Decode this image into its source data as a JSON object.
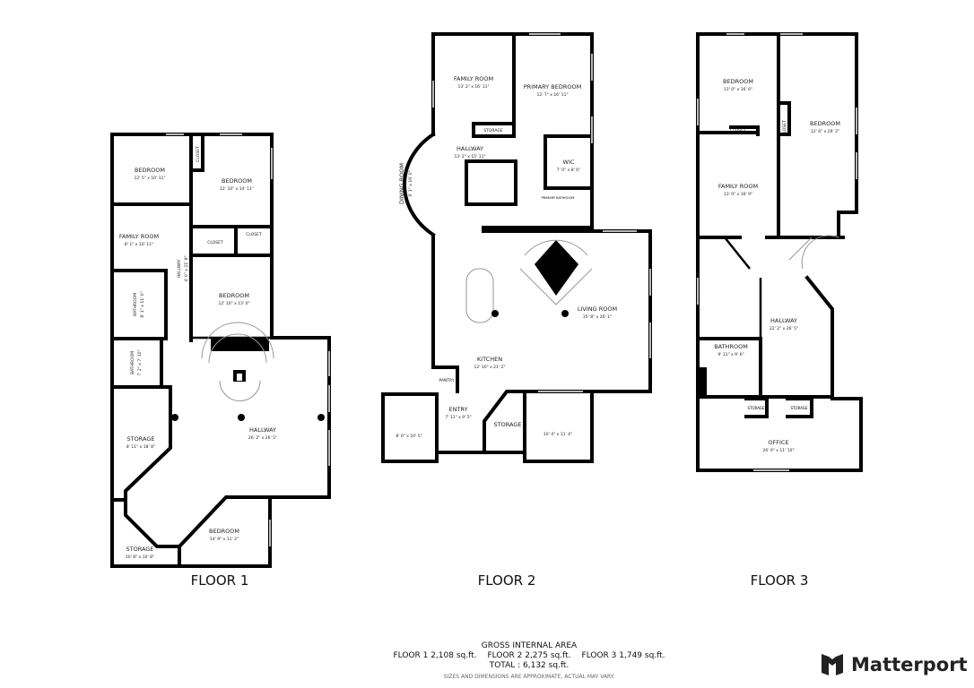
{
  "floors": [
    {
      "label": "FLOOR 1",
      "rooms": [
        {
          "name": "BEDROOM",
          "dims": "12' 5\" x 10' 11\""
        },
        {
          "name": "BEDROOM",
          "dims": "12' 10\" x 14' 11\""
        },
        {
          "name": "CLOSET"
        },
        {
          "name": "CLOSET"
        },
        {
          "name": "CLOSET"
        },
        {
          "name": "FAMILY ROOM",
          "dims": "8' 1\" x 10' 11\""
        },
        {
          "name": "HALLWAY",
          "dims": "4' 0\" x 21' 8\""
        },
        {
          "name": "BEDROOM",
          "dims": "12' 10\" x 13' 0\""
        },
        {
          "name": "BATHROOM",
          "dims": "8' 1\" x 11' 0\""
        },
        {
          "name": "BATHROOM",
          "dims": "7' 2\" x 7' 10\""
        },
        {
          "name": "STORAGE",
          "dims": "8' 11\" x 18' 8\""
        },
        {
          "name": "HALLWAY",
          "dims": "26' 2\" x 26' 5\""
        },
        {
          "name": "BEDROOM",
          "dims": "14' 9\" x 11' 2\""
        },
        {
          "name": "STORAGE",
          "dims": "10' 8\" x 10' 8\""
        }
      ]
    },
    {
      "label": "FLOOR 2",
      "rooms": [
        {
          "name": "FAMILY ROOM",
          "dims": "13' 2\" x 16' 11\""
        },
        {
          "name": "PRIMARY BEDROOM",
          "dims": "12' 7\" x 16' 11\""
        },
        {
          "name": "STORAGE"
        },
        {
          "name": "HALLWAY",
          "dims": "13' 2\" x 15' 11\""
        },
        {
          "name": "WIC",
          "dims": "7' 0\" x 8' 6\""
        },
        {
          "name": "DINING ROOM",
          "dims": "9' 1\" x 16' 0\""
        },
        {
          "name": "PRIMARY BATHROOM"
        },
        {
          "name": "LIVING ROOM",
          "dims": "35' 8\" x 26' 1\""
        },
        {
          "name": "KITCHEN",
          "dims": "12' 10\" x 21' 2\""
        },
        {
          "name": "PANTRY"
        },
        {
          "name": "ENTRY",
          "dims": "7' 11\" x 9' 5\""
        },
        {
          "name": "STORAGE"
        },
        {
          "name": "",
          "dims": "8' 0\" x 10' 5\""
        },
        {
          "name": "",
          "dims": "10' 4\" x 11' 4\""
        }
      ]
    },
    {
      "label": "FLOOR 3",
      "rooms": [
        {
          "name": "BEDROOM",
          "dims": "13' 0\" x 16' 6\""
        },
        {
          "name": "CLOSET"
        },
        {
          "name": "CLOSET"
        },
        {
          "name": "BEDROOM",
          "dims": "12' 6\" x 29' 2\""
        },
        {
          "name": "FAMILY ROOM",
          "dims": "13' 0\" x 16' 9\""
        },
        {
          "name": "HALLWAY",
          "dims": "22' 2\" x 26' 5\""
        },
        {
          "name": "BATHROOM",
          "dims": "9' 11\" x 9' 6\""
        },
        {
          "name": "STORAGE"
        },
        {
          "name": "STORAGE"
        },
        {
          "name": "OFFICE",
          "dims": "26' 9\" x 11' 10\""
        }
      ]
    }
  ],
  "area": {
    "title": "GROSS INTERNAL AREA",
    "floor1": "FLOOR 1 2,108 sq.ft.",
    "floor2": "FLOOR 2 2,275 sq.ft.",
    "floor3": "FLOOR 3 1,749 sq.ft.",
    "total": "TOTAL :  6,132 sq.ft.",
    "disclaimer": "SIZES AND DIMENSIONS ARE APPROXIMATE, ACTUAL MAY VARY."
  },
  "brand": {
    "name": "Matterport",
    "icon": "matterport-logo-icon"
  }
}
